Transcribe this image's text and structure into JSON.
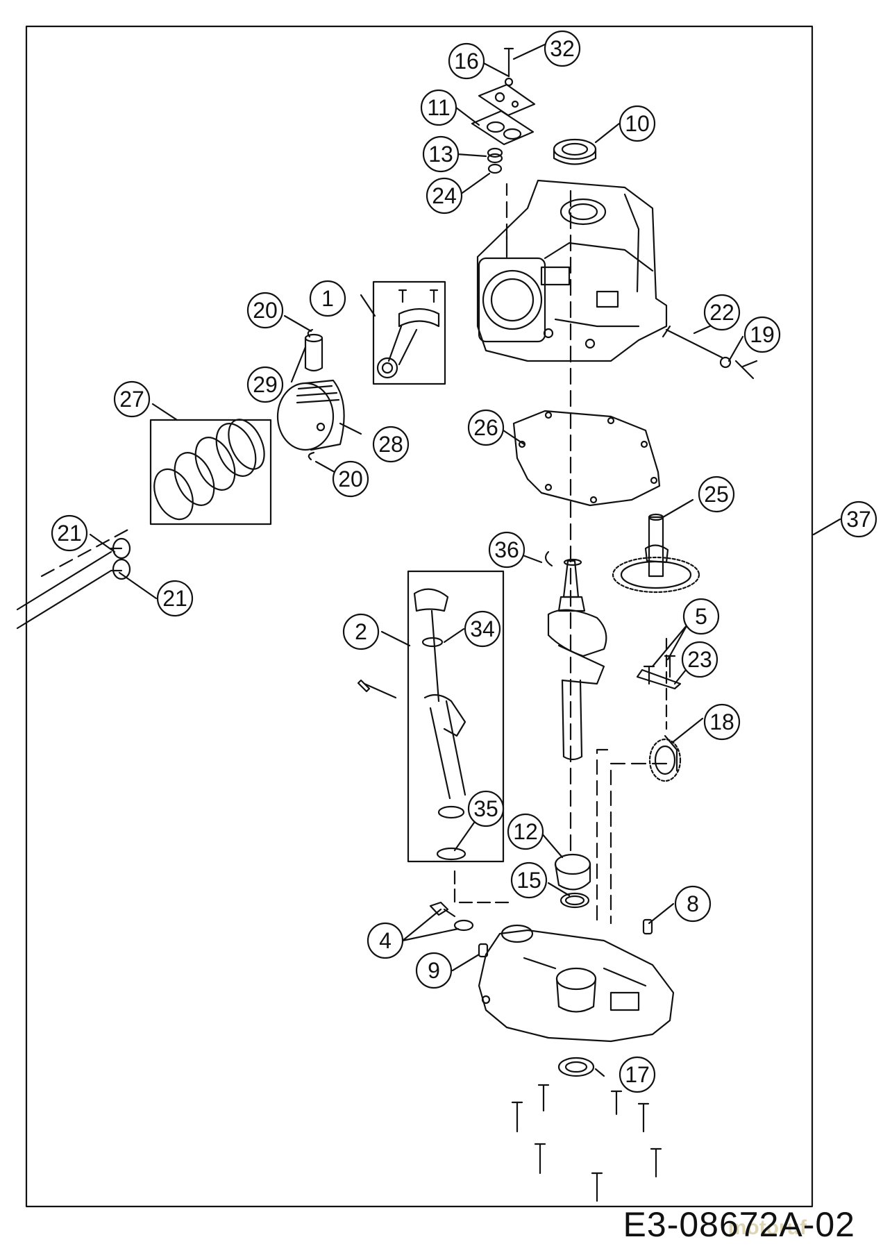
{
  "diagram": {
    "document_code": "E3-08672A-02",
    "watermark": "motoruf",
    "callouts": [
      "1",
      "2",
      "4",
      "5",
      "8",
      "9",
      "10",
      "11",
      "12",
      "13",
      "15",
      "16",
      "17",
      "18",
      "19",
      "20",
      "20",
      "21",
      "21",
      "22",
      "23",
      "24",
      "25",
      "26",
      "27",
      "28",
      "29",
      "32",
      "34",
      "35",
      "36",
      "37"
    ]
  }
}
